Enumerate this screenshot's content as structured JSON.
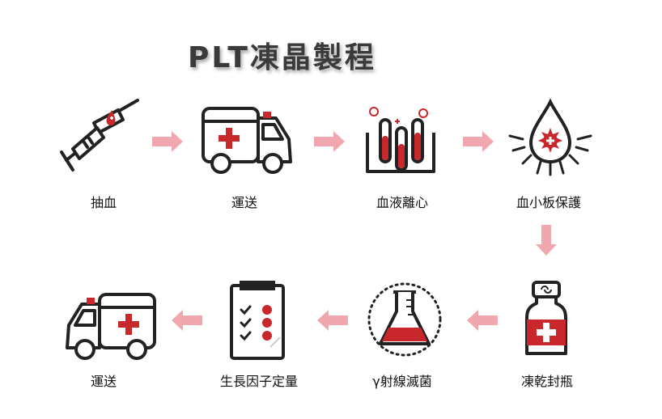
{
  "title": "PLT凍晶製程",
  "colors": {
    "accent": "#c8282c",
    "arrow": "#f1a7ae",
    "line": "#222222"
  },
  "steps": [
    {
      "label": "抽血",
      "icon": "syringe-icon"
    },
    {
      "label": "運送",
      "icon": "ambulance-icon"
    },
    {
      "label": "血液離心",
      "icon": "test-tubes-icon"
    },
    {
      "label": "血小板保護",
      "icon": "blood-drop-icon"
    },
    {
      "label": "凍乾封瓶",
      "icon": "vial-icon"
    },
    {
      "label": "γ射線滅菌",
      "icon": "flask-icon"
    },
    {
      "label": "生長因子定量",
      "icon": "clipboard-icon"
    },
    {
      "label": "運送",
      "icon": "ambulance-icon"
    }
  ]
}
